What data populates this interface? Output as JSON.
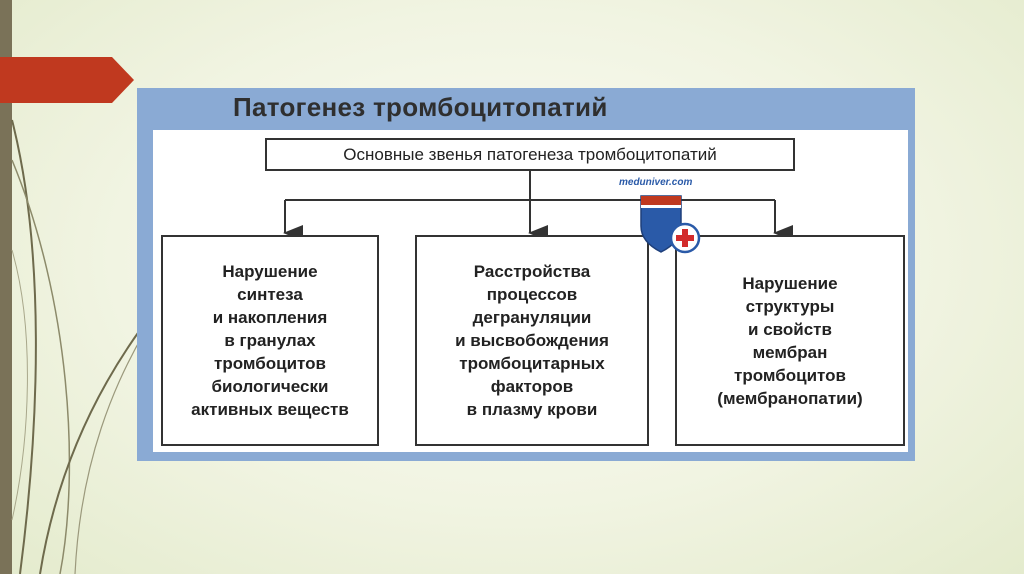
{
  "title": "Патогенез тромбоцитопатий",
  "root": "Основные звенья патогенеза тромбоцитопатий",
  "watermark": "meduniver.com",
  "branches": [
    {
      "text": "Нарушение\nсинтеза\nи накопления\nв гранулах\nтромбоцитов\nбиологически\nактивных веществ"
    },
    {
      "text": "Расстройства\nпроцессов\nдегрануляции\nи высвобождения\nтромбоцитарных\nфакторов\nв плазму крови"
    },
    {
      "text": "Нарушение\nструктуры\nи свойств\nмембран\nтромбоцитов\n(мембранопатии)"
    }
  ],
  "colors": {
    "frame": "#8aaad4",
    "accent_tab": "#c0391f",
    "box_border": "#333333"
  },
  "icons": {
    "logo": "medical-cross-shield-icon",
    "tab": "arrow-tab-icon"
  }
}
